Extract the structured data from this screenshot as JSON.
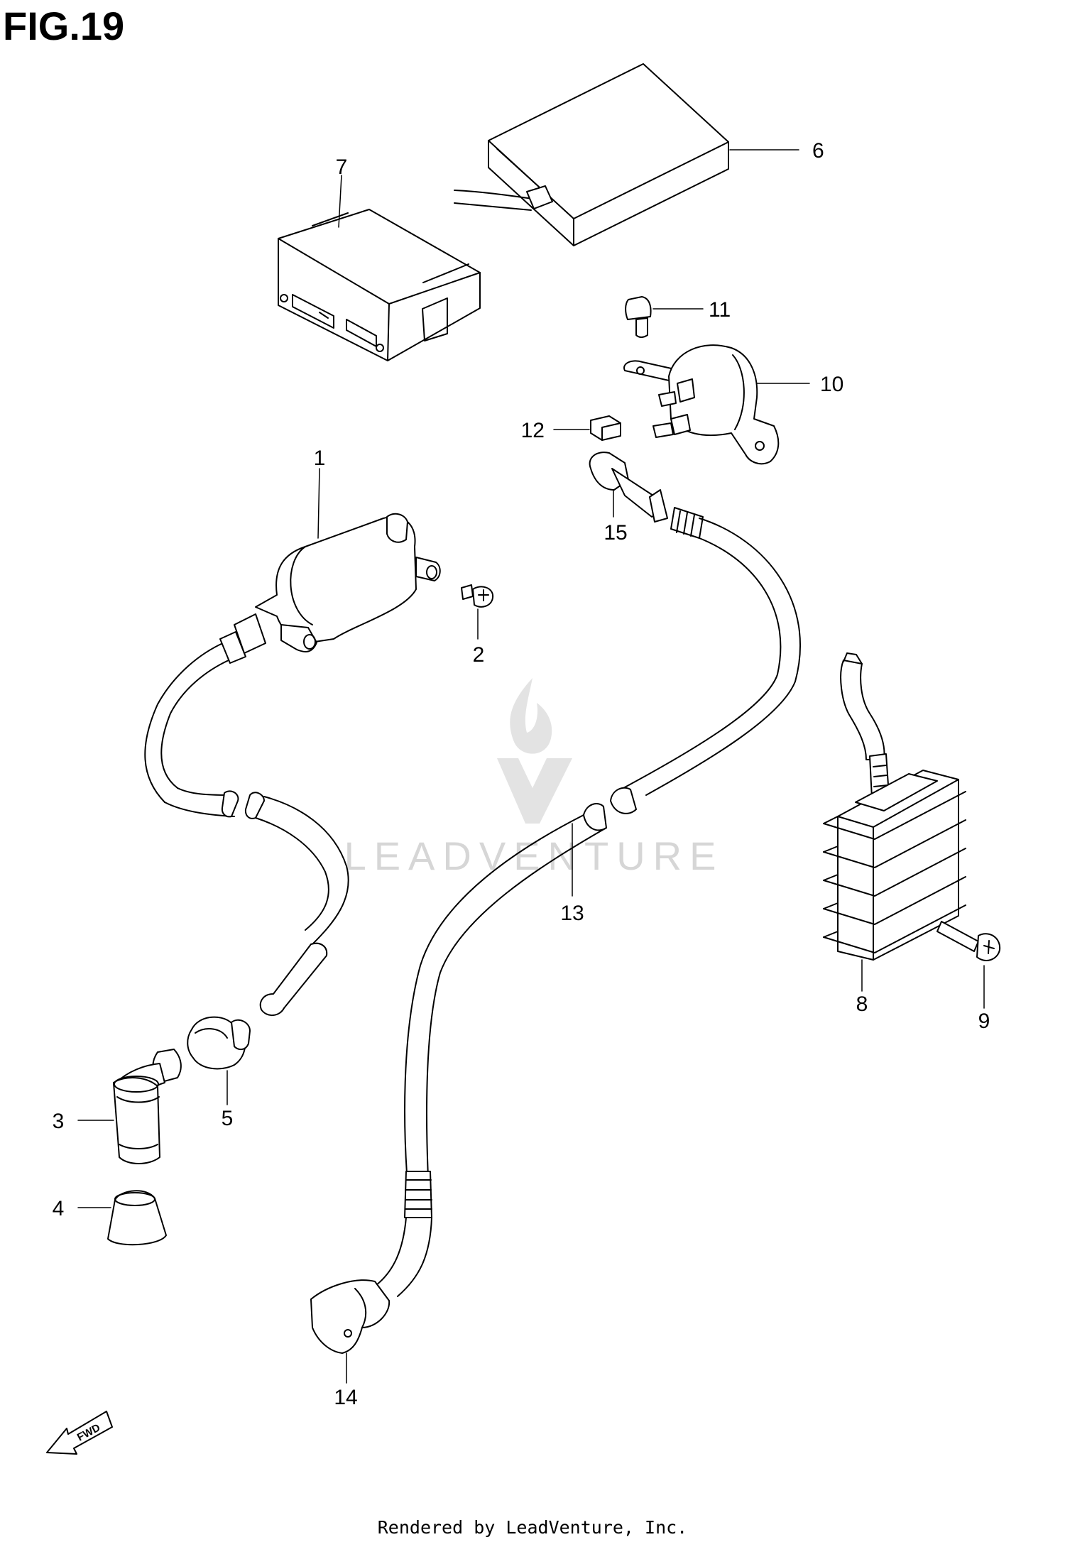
{
  "figure": {
    "title": "FIG.19"
  },
  "parts": [
    {
      "ref": "1"
    },
    {
      "ref": "2"
    },
    {
      "ref": "3"
    },
    {
      "ref": "4"
    },
    {
      "ref": "5"
    },
    {
      "ref": "6"
    },
    {
      "ref": "7"
    },
    {
      "ref": "8"
    },
    {
      "ref": "9"
    },
    {
      "ref": "10"
    },
    {
      "ref": "11"
    },
    {
      "ref": "12"
    },
    {
      "ref": "13"
    },
    {
      "ref": "14"
    },
    {
      "ref": "15"
    }
  ],
  "watermark": {
    "text": "LEADVENTURE"
  },
  "direction_marker": {
    "label": "FWD"
  },
  "footer": {
    "text": "Rendered by LeadVenture, Inc."
  }
}
